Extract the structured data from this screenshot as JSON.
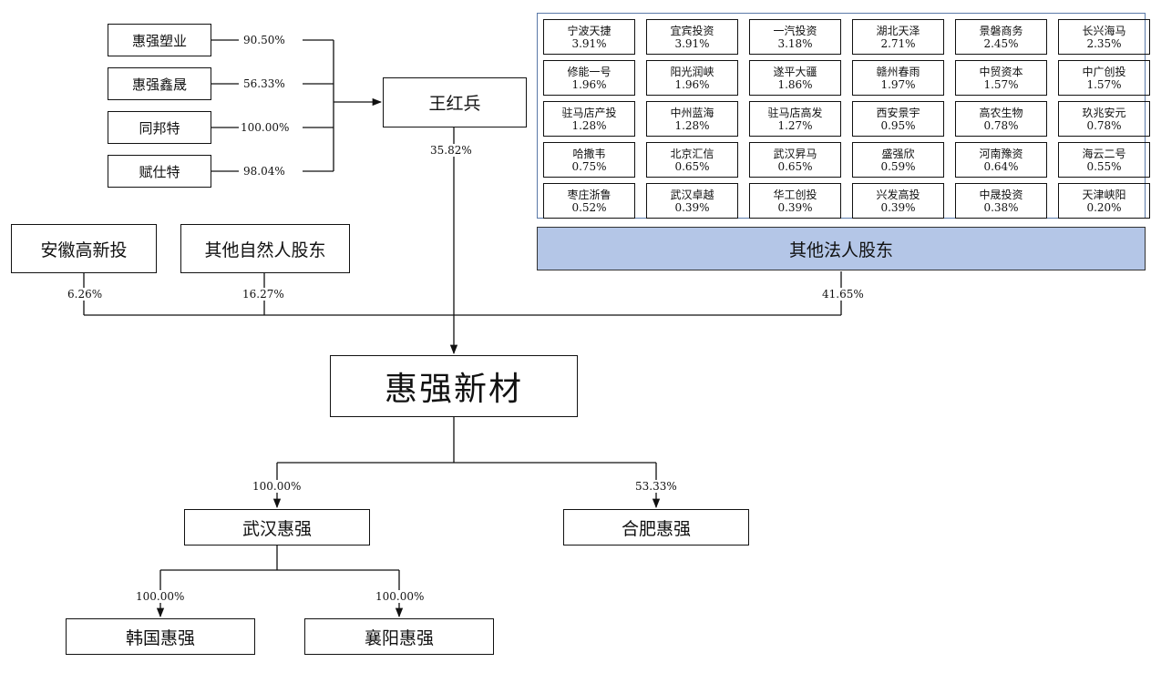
{
  "controllers": [
    {
      "name": "惠强塑业",
      "pct": "90.50%"
    },
    {
      "name": "惠强鑫晟",
      "pct": "56.33%"
    },
    {
      "name": "同邦特",
      "pct": "100.00%"
    },
    {
      "name": "赋仕特",
      "pct": "98.04%"
    }
  ],
  "actual_controller": {
    "name": "王红兵",
    "pct": "35.82%"
  },
  "shareholders": {
    "anhui": {
      "name": "安徽高新投",
      "pct": "6.26%"
    },
    "natural": {
      "name": "其他自然人股东",
      "pct": "16.27%"
    },
    "legal": {
      "name": "其他法人股东",
      "pct": "41.65%"
    }
  },
  "legal_entities": [
    {
      "name": "宁波天捷",
      "pct": "3.91%"
    },
    {
      "name": "宜宾投资",
      "pct": "3.91%"
    },
    {
      "name": "一汽投资",
      "pct": "3.18%"
    },
    {
      "name": "湖北天泽",
      "pct": "2.71%"
    },
    {
      "name": "景磐商务",
      "pct": "2.45%"
    },
    {
      "name": "长兴海马",
      "pct": "2.35%"
    },
    {
      "name": "修能一号",
      "pct": "1.96%"
    },
    {
      "name": "阳光润峡",
      "pct": "1.96%"
    },
    {
      "name": "遂平大疆",
      "pct": "1.86%"
    },
    {
      "name": "赣州春雨",
      "pct": "1.97%"
    },
    {
      "name": "中贸资本",
      "pct": "1.57%"
    },
    {
      "name": "中广创投",
      "pct": "1.57%"
    },
    {
      "name": "驻马店产投",
      "pct": "1.28%"
    },
    {
      "name": "中州蓝海",
      "pct": "1.28%"
    },
    {
      "name": "驻马店高发",
      "pct": "1.27%"
    },
    {
      "name": "西安景宇",
      "pct": "0.95%"
    },
    {
      "name": "高农生物",
      "pct": "0.78%"
    },
    {
      "name": "玖兆安元",
      "pct": "0.78%"
    },
    {
      "name": "哈撒韦",
      "pct": "0.75%"
    },
    {
      "name": "北京汇信",
      "pct": "0.65%"
    },
    {
      "name": "武汉昇马",
      "pct": "0.65%"
    },
    {
      "name": "盛强欣",
      "pct": "0.59%"
    },
    {
      "name": "河南豫资",
      "pct": "0.64%"
    },
    {
      "name": "海云二号",
      "pct": "0.55%"
    },
    {
      "name": "枣庄浙鲁",
      "pct": "0.52%"
    },
    {
      "name": "武汉卓越",
      "pct": "0.39%"
    },
    {
      "name": "华工创投",
      "pct": "0.39%"
    },
    {
      "name": "兴发高投",
      "pct": "0.39%"
    },
    {
      "name": "中晟投资",
      "pct": "0.38%"
    },
    {
      "name": "天津峡阳",
      "pct": "0.20%"
    }
  ],
  "company": {
    "name": "惠强新材"
  },
  "subsidiaries": {
    "wuhan": {
      "name": "武汉惠强",
      "pct": "100.00%"
    },
    "hefei": {
      "name": "合肥惠强",
      "pct": "53.33%"
    },
    "korea": {
      "name": "韩国惠强",
      "pct": "100.00%"
    },
    "xiangyang": {
      "name": "襄阳惠强",
      "pct": "100.00%"
    }
  }
}
